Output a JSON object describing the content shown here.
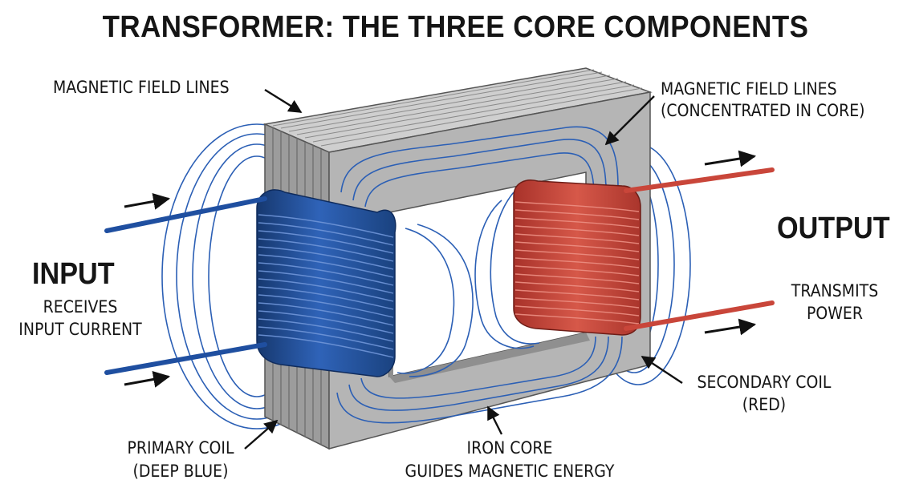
{
  "title": "TRANSFORMER: THE THREE CORE COMPONENTS",
  "labels": {
    "field_lines_left": "MAGNETIC FIELD LINES",
    "field_lines_right": [
      "MAGNETIC FIELD LINES",
      "(CONCENTRATED IN CORE)"
    ],
    "input_heading": "INPUT",
    "input_desc": [
      "RECEIVES",
      "INPUT CURRENT"
    ],
    "output_heading": "OUTPUT",
    "output_desc": [
      "TRANSMITS",
      "POWER"
    ],
    "primary_coil": [
      "PRIMARY COIL",
      "(DEEP BLUE)"
    ],
    "secondary_coil": [
      "SECONDARY COIL",
      "(RED)"
    ],
    "iron_core": [
      "IRON CORE",
      "GUIDES MAGNETIC ENERGY"
    ]
  },
  "colors": {
    "primary_coil": "#1f4fa0",
    "secondary_coil": "#c9463a",
    "core": "#a9a9a9",
    "field_lines": "#2b5fb5"
  }
}
